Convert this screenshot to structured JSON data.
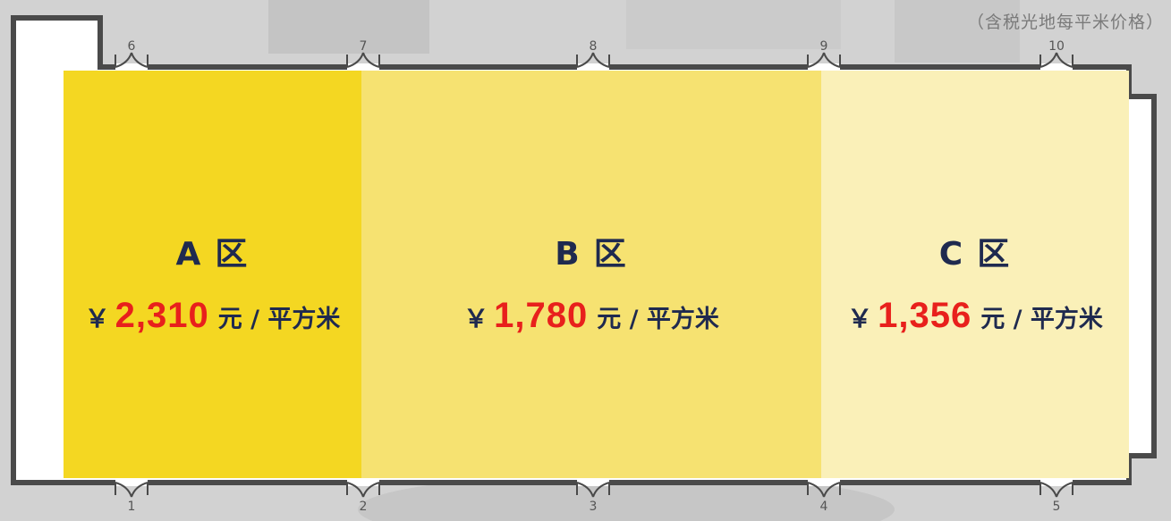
{
  "note": "（含税光地每平米价格）",
  "zones": [
    {
      "name": "A",
      "suffix": "区",
      "currency": "￥",
      "price": "2,310",
      "unit": "元 / 平方米",
      "color": "#f4d722"
    },
    {
      "name": "B",
      "suffix": "区",
      "currency": "￥",
      "price": "1,780",
      "unit": "元 / 平方米",
      "color": "#f6e271"
    },
    {
      "name": "C",
      "suffix": "区",
      "currency": "￥",
      "price": "1,356",
      "unit": "元 / 平方米",
      "color": "#faf0b8"
    }
  ],
  "doors_top": [
    "6",
    "7",
    "8",
    "9",
    "10"
  ],
  "doors_bottom": [
    "1",
    "2",
    "3",
    "4",
    "5"
  ],
  "colors": {
    "title": "#1f2a4f",
    "price": "#e8201c",
    "wall": "#4a4a4a"
  }
}
